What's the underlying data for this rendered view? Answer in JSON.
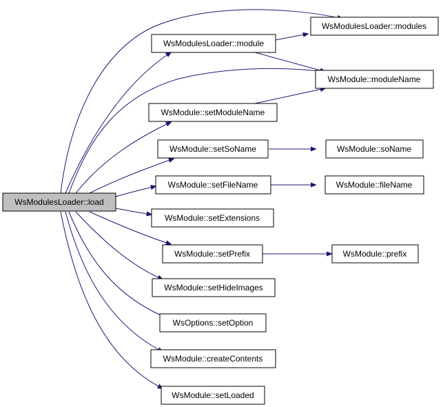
{
  "nodes": [
    {
      "id": "load",
      "label": "WsModulesLoader::load",
      "root": true
    },
    {
      "id": "module",
      "label": "WsModulesLoader::module"
    },
    {
      "id": "modules",
      "label": "WsModulesLoader::modules"
    },
    {
      "id": "moduleName",
      "label": "WsModule::moduleName"
    },
    {
      "id": "setModuleName",
      "label": "WsModule::setModuleName"
    },
    {
      "id": "setSoName",
      "label": "WsModule::setSoName"
    },
    {
      "id": "soName",
      "label": "WsModule::soName"
    },
    {
      "id": "setFileName",
      "label": "WsModule::setFileName"
    },
    {
      "id": "fileName",
      "label": "WsModule::fileName"
    },
    {
      "id": "setExtensions",
      "label": "WsModule::setExtensions"
    },
    {
      "id": "setPrefix",
      "label": "WsModule::setPrefix"
    },
    {
      "id": "prefix",
      "label": "WsModule::prefix"
    },
    {
      "id": "setHideImages",
      "label": "WsModule::setHideImages"
    },
    {
      "id": "setOption",
      "label": "WsOptions::setOption"
    },
    {
      "id": "createContents",
      "label": "WsModule::createContents"
    },
    {
      "id": "setLoaded",
      "label": "WsModule::setLoaded"
    }
  ],
  "edges": [
    {
      "from": "load",
      "to": "modules"
    },
    {
      "from": "load",
      "to": "module"
    },
    {
      "from": "load",
      "to": "moduleName"
    },
    {
      "from": "load",
      "to": "setModuleName"
    },
    {
      "from": "load",
      "to": "setSoName"
    },
    {
      "from": "load",
      "to": "setFileName"
    },
    {
      "from": "load",
      "to": "setExtensions"
    },
    {
      "from": "load",
      "to": "setPrefix"
    },
    {
      "from": "load",
      "to": "setHideImages"
    },
    {
      "from": "load",
      "to": "setOption"
    },
    {
      "from": "load",
      "to": "createContents"
    },
    {
      "from": "load",
      "to": "setLoaded"
    },
    {
      "from": "module",
      "to": "modules"
    },
    {
      "from": "module",
      "to": "moduleName"
    },
    {
      "from": "setModuleName",
      "to": "moduleName"
    },
    {
      "from": "setSoName",
      "to": "soName"
    },
    {
      "from": "setFileName",
      "to": "fileName"
    },
    {
      "from": "setPrefix",
      "to": "prefix"
    }
  ],
  "colors": {
    "edge": "#191970",
    "root_fill": "#bfbfbf",
    "node_fill": "#ffffff",
    "border": "#000000"
  }
}
